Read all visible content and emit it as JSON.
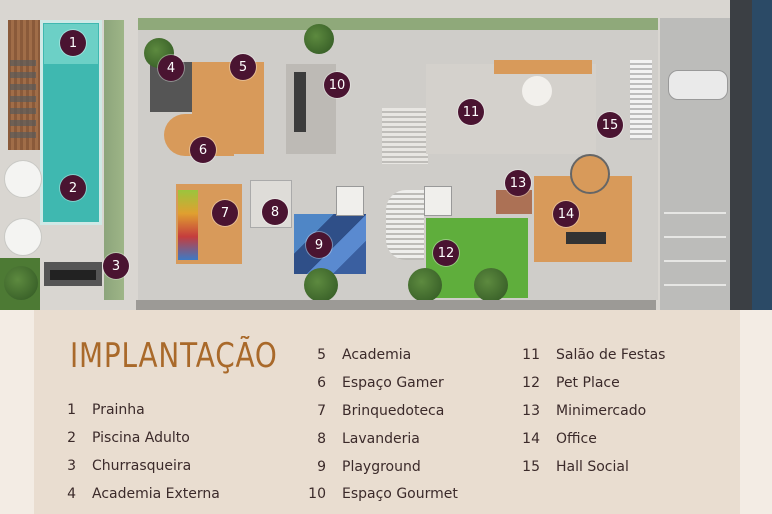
{
  "legend": {
    "title": "IMPLANTAÇÃO",
    "items": [
      {
        "num": "1",
        "label": "Prainha"
      },
      {
        "num": "2",
        "label": "Piscina Adulto"
      },
      {
        "num": "3",
        "label": "Churrasqueira"
      },
      {
        "num": "4",
        "label": "Academia Externa"
      },
      {
        "num": "5",
        "label": "Academia"
      },
      {
        "num": "6",
        "label": "Espaço Gamer"
      },
      {
        "num": "7",
        "label": "Brinquedoteca"
      },
      {
        "num": "8",
        "label": "Lavanderia"
      },
      {
        "num": "9",
        "label": "Playground"
      },
      {
        "num": "10",
        "label": "Espaço Gourmet"
      },
      {
        "num": "11",
        "label": "Salão de Festas"
      },
      {
        "num": "12",
        "label": "Pet Place"
      },
      {
        "num": "13",
        "label": "Minimercado"
      },
      {
        "num": "14",
        "label": "Office"
      },
      {
        "num": "15",
        "label": "Hall Social"
      }
    ]
  },
  "markers": [
    "1",
    "2",
    "3",
    "4",
    "5",
    "6",
    "7",
    "8",
    "9",
    "10",
    "11",
    "12",
    "13",
    "14",
    "15"
  ],
  "colors": {
    "marker": "#4a1431",
    "title": "#a9692a",
    "legend_bg": "#e9ddd0",
    "pool": "#3fb8b0",
    "wood_floor": "#d49a55",
    "lawn": "#5fae3c"
  }
}
